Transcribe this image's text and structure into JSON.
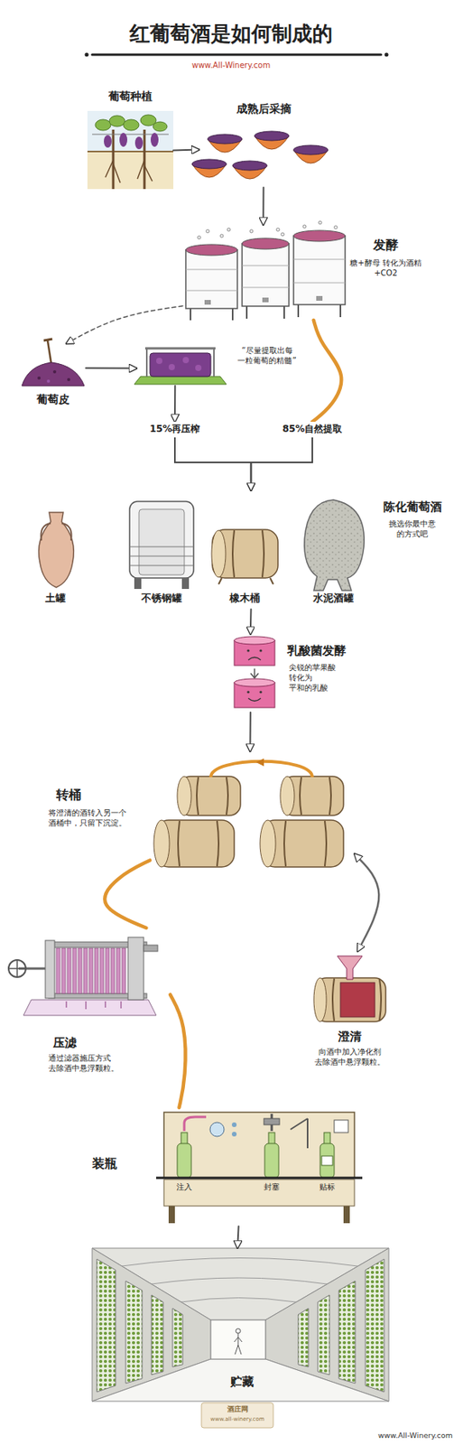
{
  "diagram": {
    "title": "红葡萄酒是如何制成的",
    "nodes": [
      {
        "text": [
          "葡萄种植"
        ]
      },
      {
        "text": [
          "成熟后采摘"
        ]
      },
      {
        "text": [
          "发酵",
          "糖+酵母 转化为酒精+CO2"
        ]
      },
      {
        "text": [
          "葡萄皮"
        ]
      },
      {
        "text": [
          "“尽量提取出每 一粒葡萄的精髓”"
        ]
      },
      {
        "text": [
          "15%再压榨"
        ]
      },
      {
        "text": [
          "85%自然提取"
        ]
      },
      {
        "text": [
          "陈化葡萄酒",
          "挑选你最中意 的方式吧"
        ]
      },
      {
        "text": [
          "土罐"
        ],
        "in": 7
      },
      {
        "text": [
          "不锈钢罐"
        ],
        "in": 7
      },
      {
        "text": [
          "橡木桶"
        ],
        "in": 7
      },
      {
        "text": [
          "水泥酒罐"
        ],
        "in": 7
      },
      {
        "text": [
          "乳酸菌发酵",
          "尖锐的苹果酸 转化为 平和的乳酸"
        ]
      },
      {
        "text": [
          "转桶",
          "将澄清的酒转入另一个 酒桶中，只留下沉淀。"
        ]
      },
      {
        "text": [
          "压滤",
          "通过滤器施压方式 去除酒中悬浮颗粒。"
        ]
      },
      {
        "text": [
          "澄清",
          "向酒中加入净化剂 去除酒中悬浮颗粒。"
        ]
      },
      {
        "text": [
          "装瓶"
        ]
      },
      {
        "text": [
          "贮藏"
        ]
      }
    ],
    "edges": [
      {
        "from": 0,
        "to": 1,
        "arrow": "to"
      },
      {
        "from": 1,
        "to": 2,
        "arrow": "to"
      },
      {
        "from": 2,
        "to": 3,
        "arrow": "to"
      },
      {
        "from": 3,
        "to": 4,
        "arrow": "to"
      },
      {
        "from": 4,
        "to": 5,
        "arrow": "to"
      },
      {
        "from": 2,
        "to": 6,
        "arrow": "none"
      },
      {
        "from": 5,
        "to": 7,
        "arrow": "to"
      },
      {
        "from": 6,
        "to": 7,
        "arrow": "to"
      },
      {
        "from": 7,
        "to": 12,
        "arrow": "to"
      },
      {
        "from": 12,
        "to": 13,
        "arrow": "to"
      },
      {
        "from": 13,
        "to": 14,
        "arrow": "none"
      },
      {
        "from": 13,
        "to": 15,
        "arrow": "both"
      },
      {
        "from": 14,
        "to": 16,
        "arrow": "none"
      },
      {
        "from": 16,
        "to": 17,
        "arrow": "to"
      }
    ],
    "labels": [
      "www.All-Winery.com",
      "注入",
      "封塞",
      "贴标",
      "www.All-Winery.com",
      "酒庄网",
      "www.all-winery.com"
    ]
  }
}
